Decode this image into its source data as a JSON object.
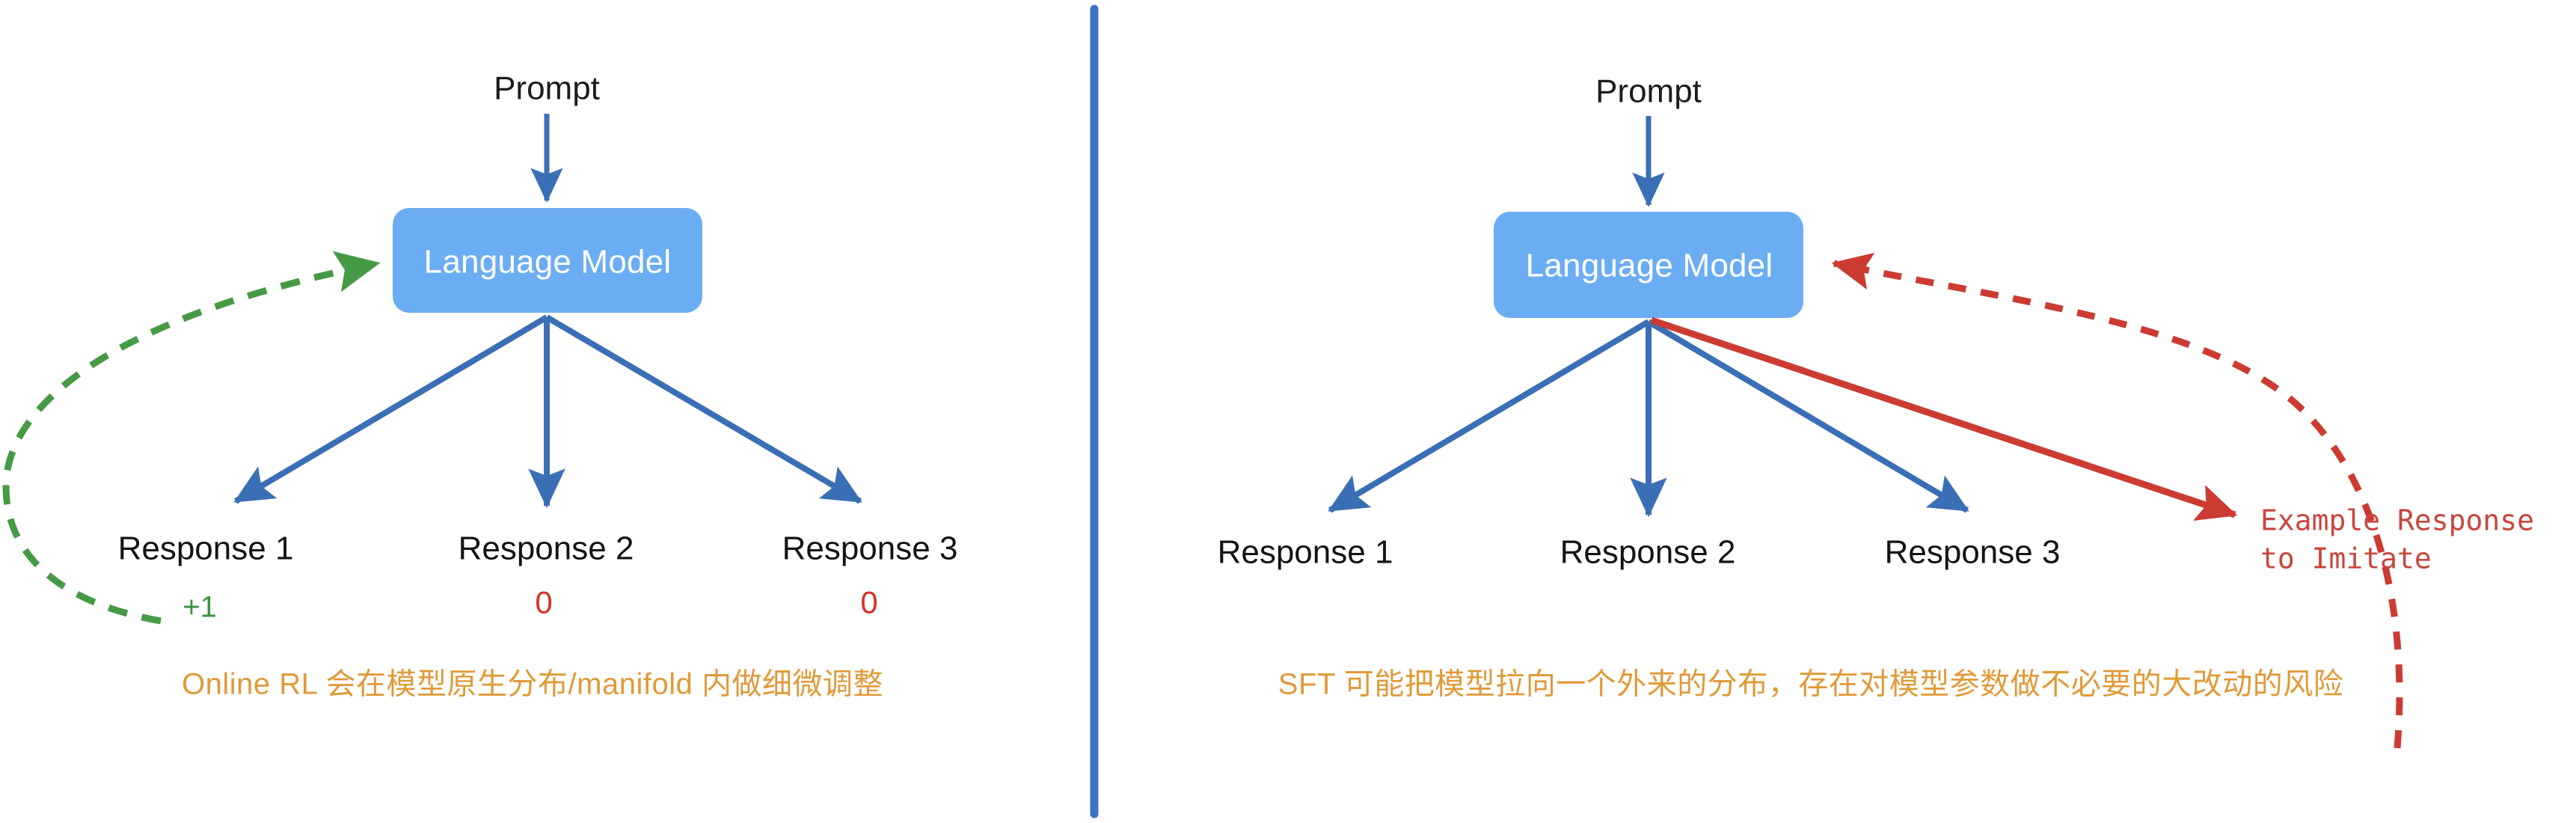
{
  "figure": {
    "title_visible": false,
    "background_color": "#ffffff",
    "divider_color": "#3b74c4"
  },
  "palette": {
    "node_fill": "#6badf3",
    "node_text": "#ffffff",
    "arrow_blue": "#3b6fb5",
    "arrow_green": "#479a45",
    "arrow_red": "#cc3b32",
    "score_zero_red": "#d93025",
    "score_plus_green": "#3d9140",
    "caption_orange": "#e09a38",
    "imitate_red": "#c8463c",
    "label_black": "#141414"
  },
  "left_panel": {
    "name": "online-rl-panel",
    "prompt_label": "Prompt",
    "model_label": "Language Model",
    "responses": [
      {
        "label": "Response 1",
        "score": "+1",
        "score_kind": "positive"
      },
      {
        "label": "Response 2",
        "score": "0",
        "score_kind": "zero"
      },
      {
        "label": "Response 3",
        "score": "0",
        "score_kind": "zero"
      }
    ],
    "feedback_arrow": {
      "style": "dashed",
      "color": "#479a45",
      "from": "Response 1 (+1)",
      "to": "Language Model"
    },
    "caption": "Online RL 会在模型原生分布/manifold 内做细微调整"
  },
  "right_panel": {
    "name": "sft-panel",
    "prompt_label": "Prompt",
    "model_label": "Language Model",
    "responses": [
      {
        "label": "Response 1"
      },
      {
        "label": "Response 2"
      },
      {
        "label": "Response 3"
      }
    ],
    "external_target": {
      "line1": "Example Response",
      "line2": "to Imitate",
      "arrow_style": "solid",
      "color": "#cc3b32"
    },
    "feedback_arrow": {
      "style": "dashed",
      "color": "#cc3b32",
      "from": "Example Response to Imitate",
      "to": "Language Model"
    },
    "caption": "SFT 可能把模型拉向一个外来的分布，存在对模型参数做不必要的大改动的风险"
  }
}
